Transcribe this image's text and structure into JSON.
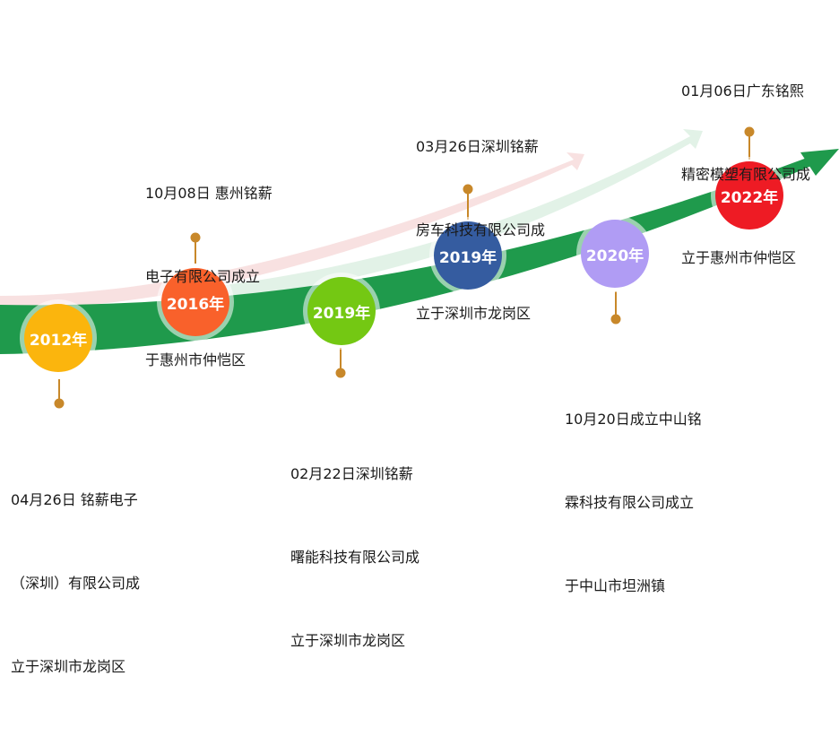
{
  "colors": {
    "band": "#1f9a4c",
    "connector": "#c8882a",
    "ghost_red": "#f6d3d3",
    "ghost_green": "#d9efdf"
  },
  "milestones": [
    {
      "year": "2012年",
      "color": "#fbb50d",
      "lines": [
        "04月26日 铭薪电子",
        "（深圳）有限公司成",
        "立于深圳市龙岗区"
      ]
    },
    {
      "year": "2016年",
      "color": "#f9612b",
      "lines": [
        "10月08日 惠州铭薪",
        "电子有限公司成立",
        "于惠州市仲恺区"
      ]
    },
    {
      "year": "2019年",
      "color": "#74c813",
      "lines": [
        "02月22日深圳铭薪",
        "曙能科技有限公司成",
        "立于深圳市龙岗区"
      ]
    },
    {
      "year": "2019年",
      "color": "#355ca0",
      "lines": [
        "03月26日深圳铭薪",
        "房车科技有限公司成",
        "立于深圳市龙岗区"
      ]
    },
    {
      "year": "2020年",
      "color": "#b09cf4",
      "lines": [
        "10月20日成立中山铭",
        "霖科技有限公司成立",
        "于中山市坦洲镇"
      ]
    },
    {
      "year": "2022年",
      "color": "#ee1b24",
      "lines": [
        "01月06日广东铭熙",
        "精密模塑有限公司成",
        "立于惠州市仲恺区"
      ]
    }
  ]
}
